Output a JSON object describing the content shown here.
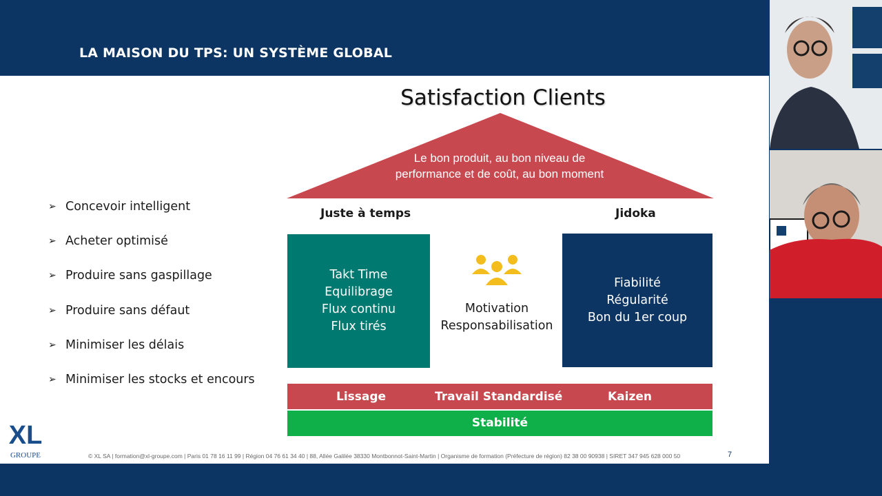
{
  "slide": {
    "title": "LA MAISON DU TPS: UN SYSTÈME GLOBAL",
    "roof_title": "Satisfaction Clients",
    "roof_text_line1": "Le bon produit, au bon niveau de",
    "roof_text_line2": "performance et de coût, au bon moment",
    "pillar_left_label": "Juste à temps",
    "pillar_right_label": "Jidoka",
    "pillar_left_items": [
      "Takt Time",
      "Equilibrage",
      "Flux continu",
      "Flux tirés"
    ],
    "pillar_right_items": [
      "Fiabilité",
      "Régularité",
      "Bon du 1er coup"
    ],
    "center_items": [
      "Motivation",
      "Responsabilisation"
    ],
    "base_items": [
      "Lissage",
      "Travail Standardisé",
      "Kaizen"
    ],
    "foundation": "Stabilité",
    "bullets": [
      "Concevoir intelligent",
      "Acheter optimisé",
      "Produire sans gaspillage",
      "Produire sans défaut",
      "Minimiser les délais",
      "Minimiser les stocks et encours"
    ],
    "logo_text": "XL",
    "logo_subtext": "GROUPE",
    "footer": "© XL SA | formation@xl-groupe.com | Paris 01 78 16 11 99 | Région 04 76 61 34 40 | 88, Allée Galilée 38330 Montbonnot-Saint-Martin | Organisme de formation (Préfecture de région) 82 38 00 90938 | SIRET 347 945 628 000 50",
    "page_number": "7"
  },
  "colors": {
    "navy": "#0d3563",
    "roof_red": "#c8484f",
    "teal": "#007a70",
    "green": "#0fb04a",
    "gold": "#f2bd1d"
  },
  "icons": {
    "bullet": "arrow-bullet-icon",
    "people": "people-group-icon"
  },
  "video": {
    "participant_1": "participant-video-1",
    "participant_2": "participant-video-2"
  }
}
